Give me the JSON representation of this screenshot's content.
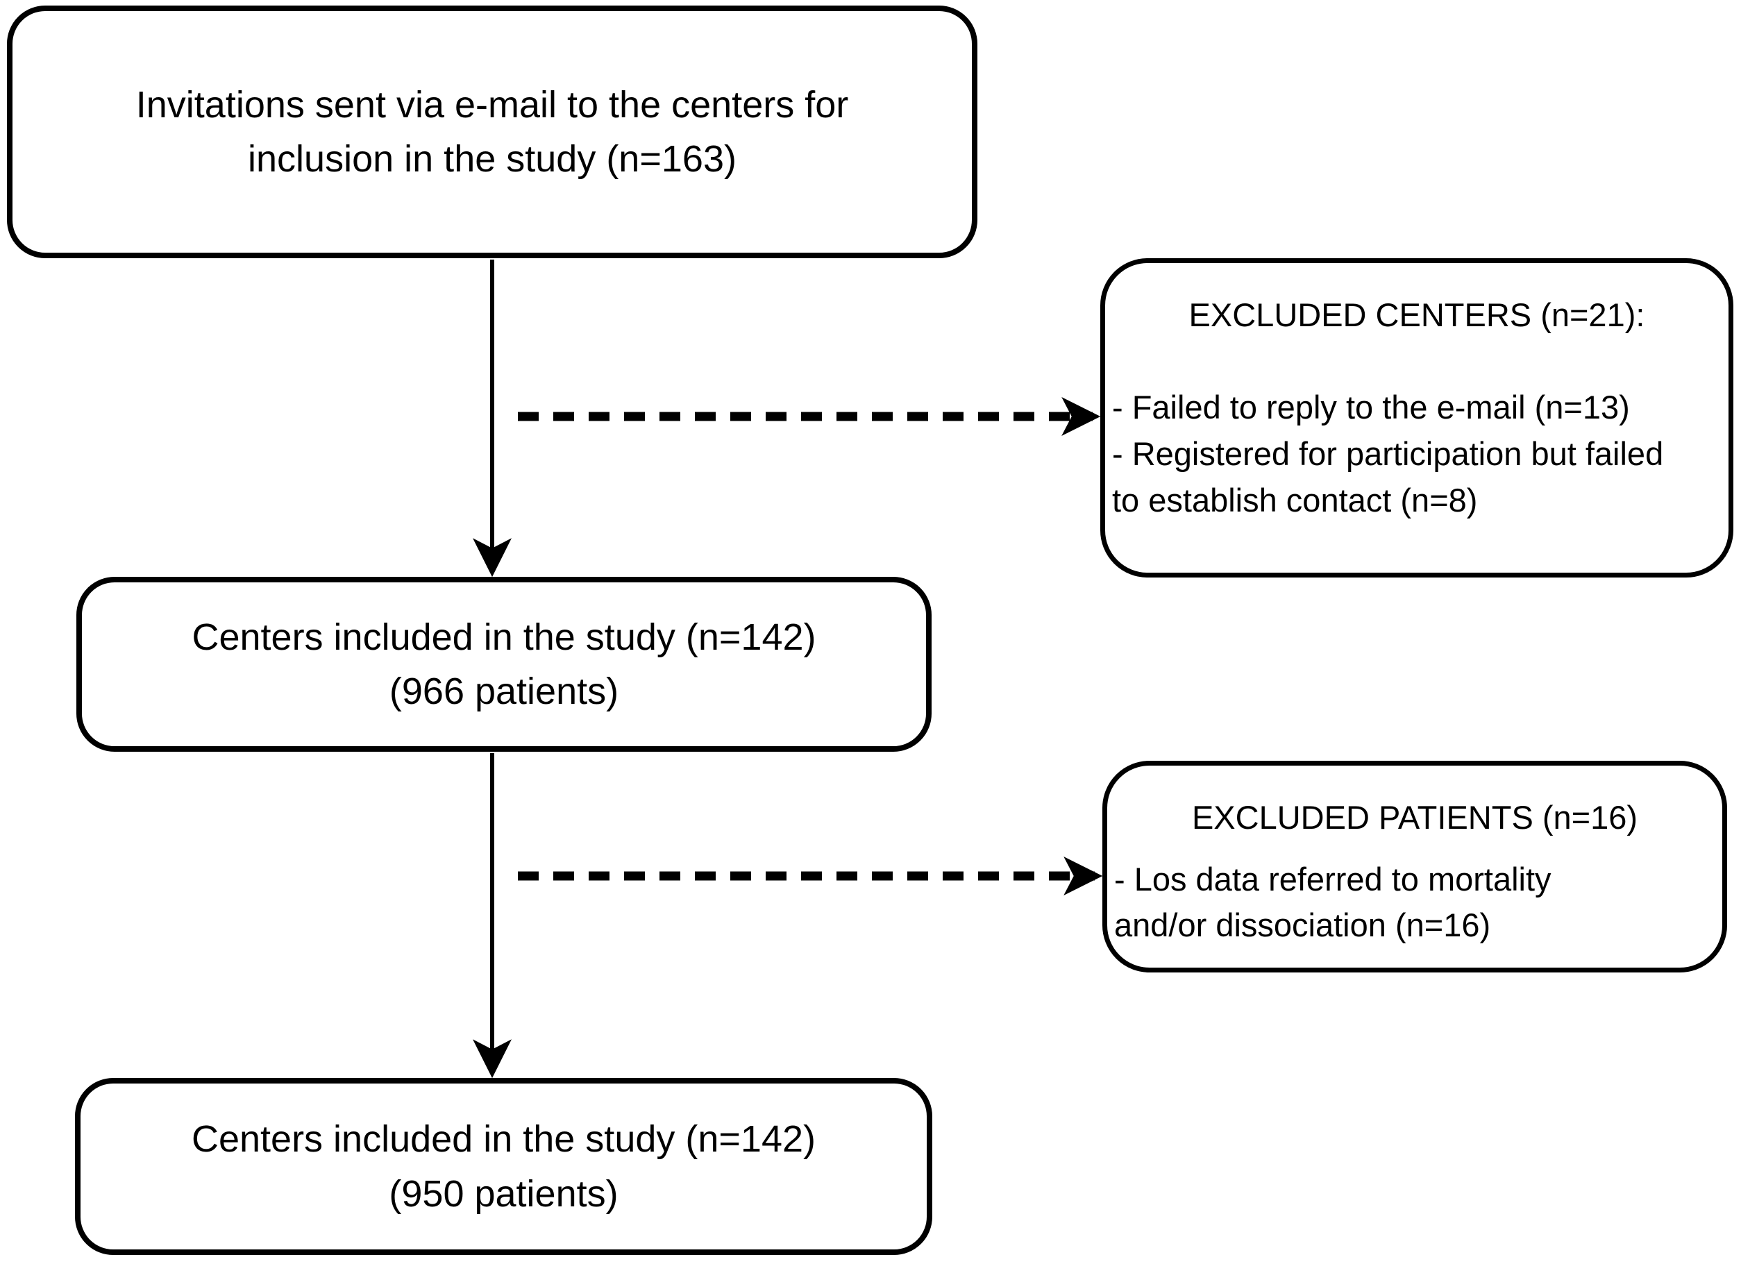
{
  "diagram": {
    "colors": {
      "stroke": "#000000",
      "background": "#ffffff"
    },
    "boxes": {
      "invitations": {
        "line1": "Invitations sent via e-mail to the centers for",
        "line2": "inclusion in the study (n=163)"
      },
      "excluded_centers": {
        "title": "EXCLUDED CENTERS (n=21):",
        "line1": "- Failed to reply to the e-mail (n=13)",
        "line2": "- Registered for participation but failed",
        "line3": "to establish contact (n=8)"
      },
      "centers_included_966": {
        "line1": "Centers included in the study (n=142)",
        "line2": "(966 patients)"
      },
      "excluded_patients": {
        "title": "EXCLUDED PATIENTS (n=16)",
        "line1": "- Los data referred to mortality",
        "line2": "and/or dissociation (n=16)"
      },
      "centers_included_950": {
        "line1": "Centers included in the study (n=142)",
        "line2": "(950 patients)"
      }
    }
  }
}
